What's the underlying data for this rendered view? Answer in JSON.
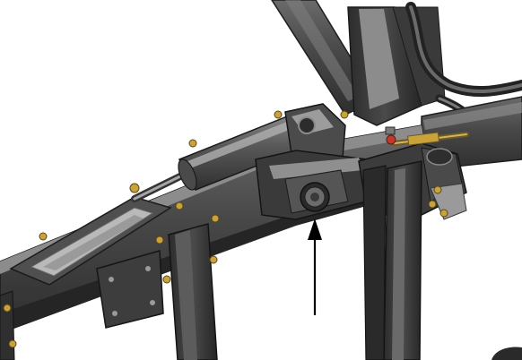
{
  "figure": {
    "background": "#ffffff",
    "colors": {
      "steel_dark": "#3b3b3b",
      "steel_mid": "#5f5f5f",
      "steel_light": "#9a9a9a",
      "highlight": "#d6d6d6",
      "brass": "#c9a23a",
      "red_fitting": "#c0392b",
      "arrow": "#000000"
    },
    "callouts": [
      {
        "id": "pivot-pointer",
        "kind": "arrow",
        "direction": "up",
        "target": "pivot-bolt"
      }
    ]
  }
}
